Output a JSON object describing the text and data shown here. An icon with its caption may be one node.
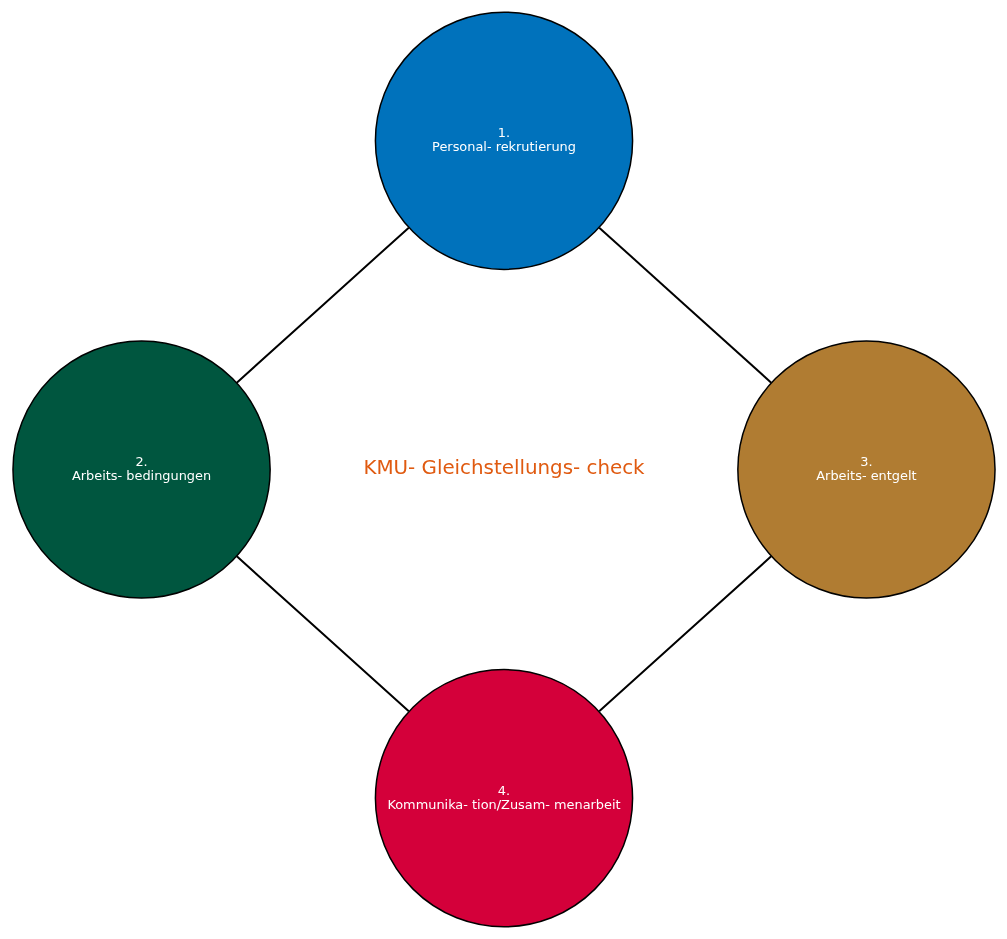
{
  "diagram": {
    "nodes": [
      {
        "text": [
          "1.",
          "Personal- rekrutierung"
        ]
      },
      {
        "text": [
          "2.",
          "Arbeits- bedingungen"
        ]
      },
      {
        "text": [
          "3.",
          "Arbeits- entgelt"
        ]
      },
      {
        "text": [
          "4.",
          "Kommunika- tion/Zusam- menarbeit"
        ]
      }
    ],
    "edges": [
      {
        "from": 0,
        "to": 1,
        "arrow": "none"
      },
      {
        "from": 1,
        "to": 3,
        "arrow": "none"
      },
      {
        "from": 3,
        "to": 2,
        "arrow": "none"
      },
      {
        "from": 2,
        "to": 0,
        "arrow": "none"
      }
    ],
    "labels": [
      "KMU- Gleichstellungs- check"
    ]
  }
}
